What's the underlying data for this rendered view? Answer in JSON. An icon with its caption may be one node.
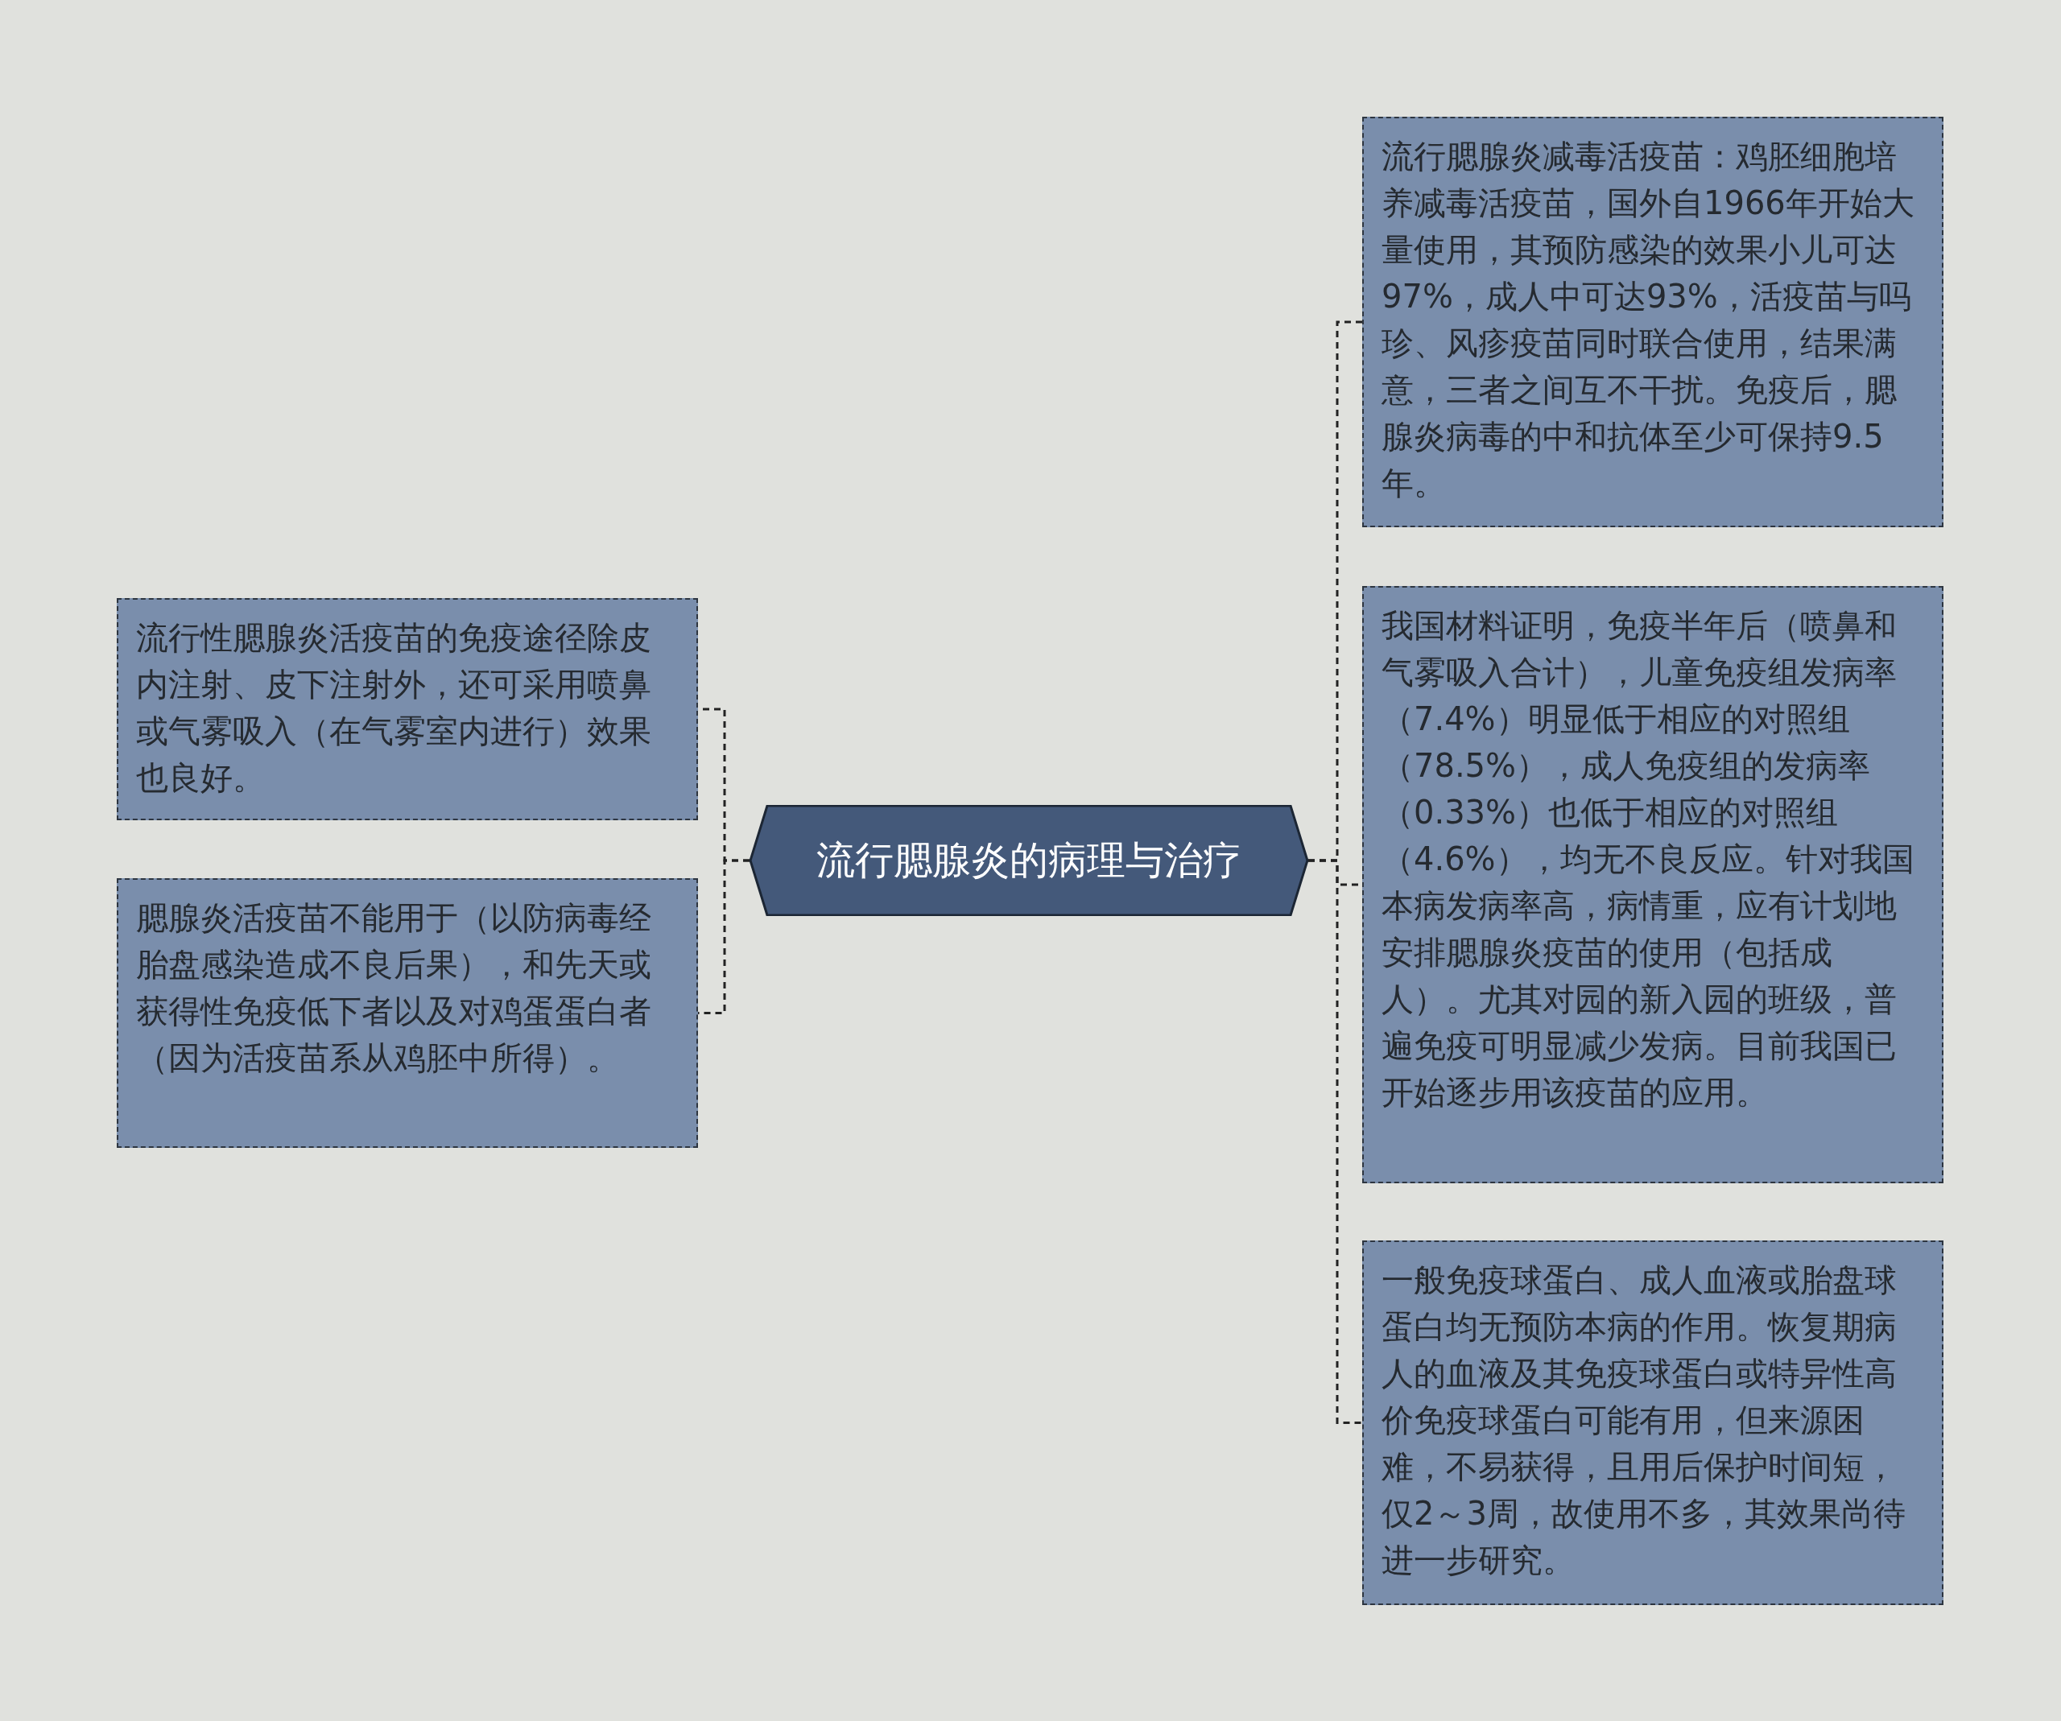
{
  "diagram": {
    "nodes": [
      {
        "text": [
          "流行腮腺炎的病理与治疗"
        ]
      },
      {
        "text": [
          "流行性腮腺炎活疫苗的免疫途径除皮内注射、皮下注射外，还可采用喷鼻或气雾吸入（在气雾室内进行）效果也良好。"
        ]
      },
      {
        "text": [
          "腮腺炎活疫苗不能用于（以防病毒经胎盘感染造成不良后果），和先天或获得性免疫低下者以及对鸡蛋蛋白者（因为活疫苗系从鸡胚中所得）。"
        ]
      },
      {
        "text": [
          "流行腮腺炎减毒活疫苗：鸡胚细胞培养减毒活疫苗，国外自1966年开始大量使用，其预防感染的效果小儿可达97%，成人中可达93%，活疫苗与吗珍、风疹疫苗同时联合使用，结果满意，三者之间互不干扰。免疫后，腮腺炎病毒的中和抗体至少可保持9.5年。"
        ]
      },
      {
        "text": [
          "我国材料证明，免疫半年后（喷鼻和气雾吸入合计），儿童免疫组发病率（7.4%）明显低于相应的对照组（78.5%），成人免疫组的发病率（0.33%）也低于相应的对照组（4.6%），均无不良反应。针对我国本病发病率高，病情重，应有计划地安排腮腺炎疫苗的使用（包括成人）。尤其对园的新入园的班级，普遍免疫可明显减少发病。目前我国已开始逐步用该疫苗的应用。"
        ]
      },
      {
        "text": [
          "一般免疫球蛋白、成人血液或胎盘球蛋白均无预防本病的作用。恢复期病人的血液及其免疫球蛋白或特异性高价免疫球蛋白可能有用，但来源困难，不易获得，且用后保护时间短，仅2～3周，故使用不多，其效果尚待进一步研究。"
        ]
      }
    ],
    "edges": [
      {
        "from": 0,
        "to": 1,
        "arrow": "none"
      },
      {
        "from": 0,
        "to": 2,
        "arrow": "none"
      },
      {
        "from": 0,
        "to": 3,
        "arrow": "none"
      },
      {
        "from": 0,
        "to": 4,
        "arrow": "none"
      },
      {
        "from": 0,
        "to": 5,
        "arrow": "none"
      }
    ]
  }
}
